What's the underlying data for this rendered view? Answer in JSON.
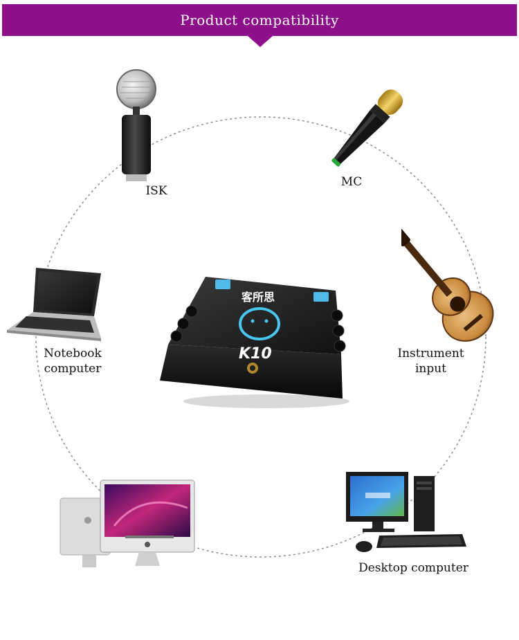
{
  "header": {
    "title": "Product compatibility"
  },
  "device": {
    "brand": "客所思",
    "model": "K10"
  },
  "items": [
    {
      "label": "ISK",
      "icon": "studio-microphone-icon"
    },
    {
      "label": "MC",
      "icon": "handheld-microphone-icon"
    },
    {
      "label": "Notebook\ncomputer",
      "icon": "laptop-icon"
    },
    {
      "label": "Instrument\ninput",
      "icon": "acoustic-guitar-icon"
    },
    {
      "label": "",
      "icon": "imac-computer-icon"
    },
    {
      "label": "Desktop computer",
      "icon": "desktop-computer-icon"
    }
  ],
  "colors": {
    "accent": "#8e0f8a",
    "device_body": "#1c1c1c",
    "device_button": "#4fb9e8"
  }
}
